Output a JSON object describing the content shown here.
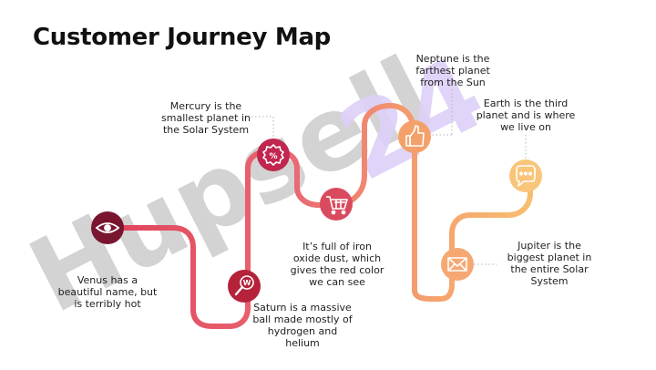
{
  "title": "Customer Journey Map",
  "colors": {
    "venus": "#7a1530",
    "saturn": "#b5223a",
    "mercury": "#c0264f",
    "mars": "#d94a5e",
    "earth": "#f4a06b",
    "jupiter": "#f6a873",
    "neptune": "#f8c57a",
    "watermark_gray": "#cfcfcf",
    "watermark_violet": "#ddd0f8"
  },
  "watermark": "Hupsell24",
  "steps": [
    {
      "id": "venus",
      "icon": "eye-icon",
      "text": "Venus has a beautiful name, but is terribly hot"
    },
    {
      "id": "saturn",
      "icon": "magnifier-w-icon",
      "text": "Saturn is a massive ball made mostly of hydrogen and helium"
    },
    {
      "id": "mercury",
      "icon": "discount-badge-icon",
      "text": "Mercury is the smallest planet in the Solar System"
    },
    {
      "id": "mars",
      "icon": "shopping-cart-icon",
      "text": "It’s full of iron oxide dust, which gives the red color we can see"
    },
    {
      "id": "neptune",
      "icon": "thumbs-up-icon",
      "text": "Neptune is the farthest planet from the Sun"
    },
    {
      "id": "jupiter",
      "icon": "envelope-icon",
      "text": "Jupiter is the biggest planet in the entire Solar System"
    },
    {
      "id": "earth",
      "icon": "chat-bubble-icon",
      "text": "Earth is the third planet and is where we live on"
    }
  ]
}
